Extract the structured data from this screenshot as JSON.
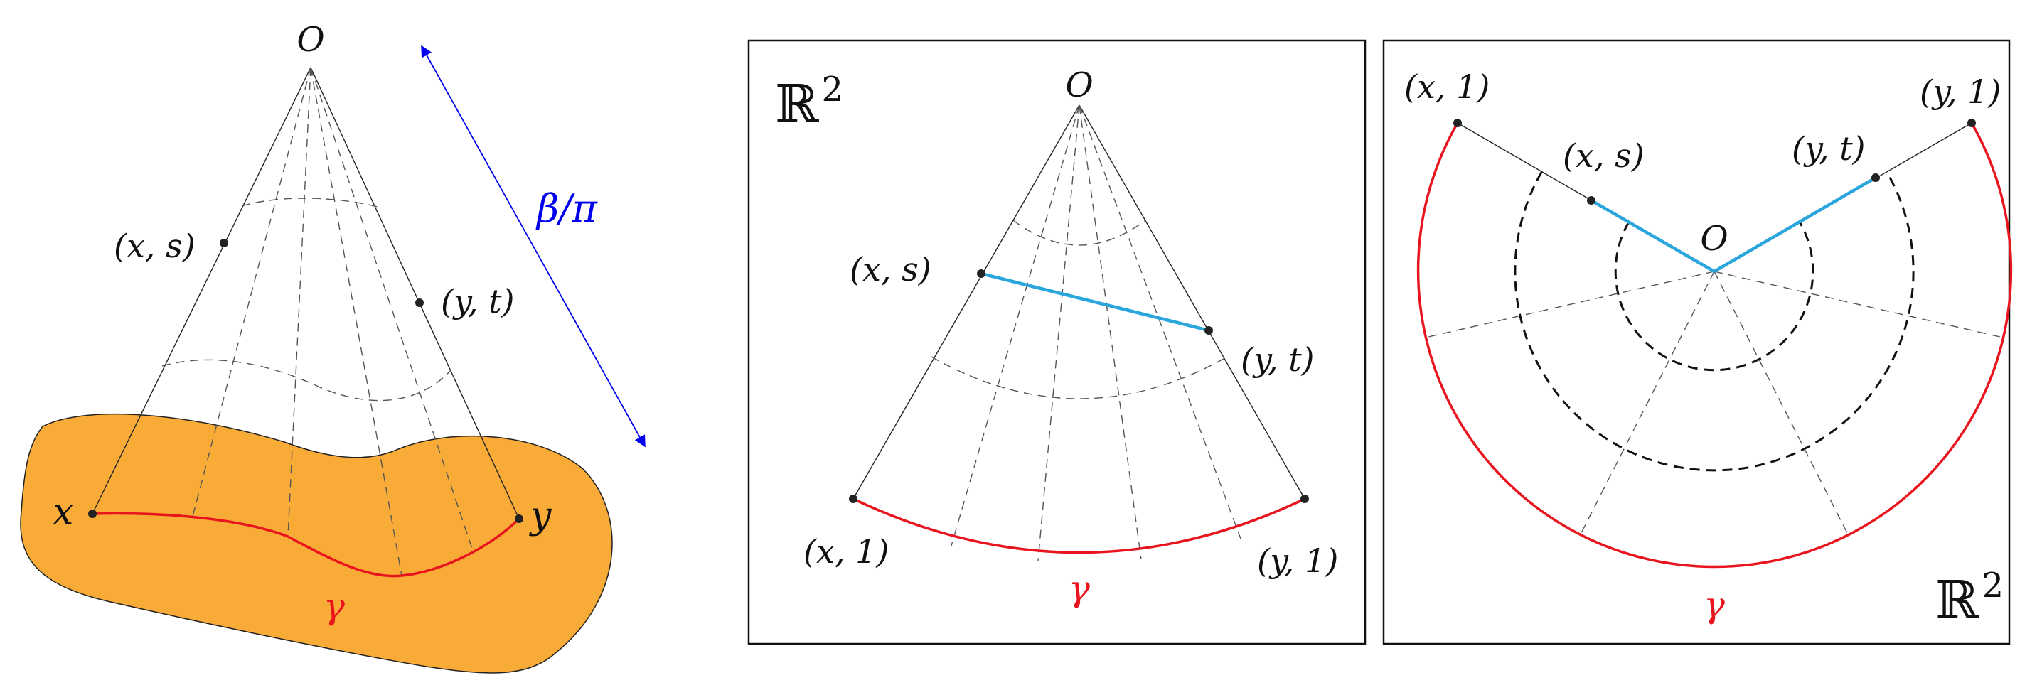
{
  "left_panel": {
    "apex": "O",
    "point_xs": "(x, s)",
    "point_yt": "(y, t)",
    "point_x": "x",
    "point_y": "y",
    "curve": "γ",
    "height": "β/π"
  },
  "middle_panel": {
    "space": "ℝ",
    "space_exp": "2",
    "apex": "O",
    "point_xs": "(x, s)",
    "point_yt": "(y, t)",
    "point_x1": "(x, 1)",
    "point_y1": "(y, 1)",
    "curve": "γ"
  },
  "right_panel": {
    "space": "ℝ",
    "space_exp": "2",
    "apex": "O",
    "point_xs": "(x, s)",
    "point_yt": "(y, t)",
    "point_x1": "(x, 1)",
    "point_y1": "(y, 1)",
    "curve": "γ"
  },
  "colors": {
    "surface": "#f9ab37",
    "curve": "#e8141e",
    "segment": "#2aa6dc",
    "height_arrow": "#0000ee"
  }
}
